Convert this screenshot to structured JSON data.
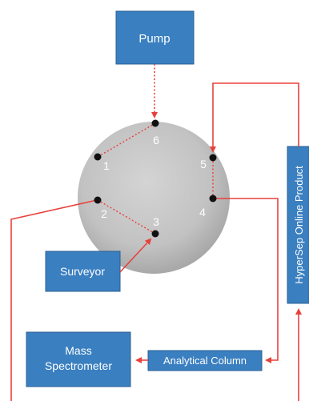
{
  "diagram": {
    "pump": "Pump",
    "surveyor": "Surveyor",
    "mass_spectrometer_line1": "Mass",
    "mass_spectrometer_line2": "Spectrometer",
    "analytical_column": "Analytical Column",
    "hypersep": "HyperSep Online Product",
    "ports": [
      "1",
      "2",
      "3",
      "4",
      "5",
      "6"
    ]
  },
  "colors": {
    "box_fill": "#3a7fc0",
    "box_stroke": "#2b5f95",
    "line": "#e8413c",
    "valve": "#c8c8c8",
    "port_dot": "#111111"
  }
}
